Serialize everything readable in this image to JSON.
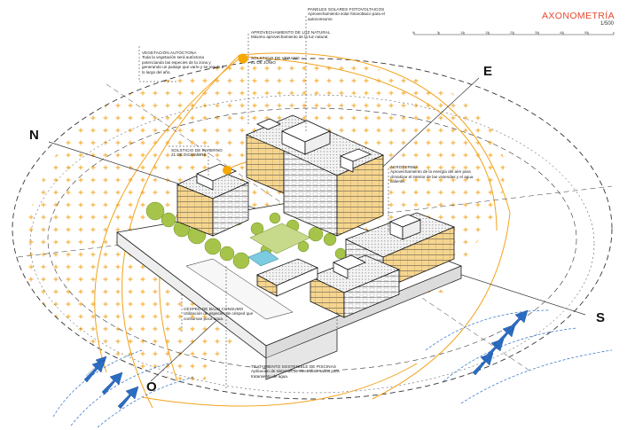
{
  "title": "AXONOMETRÍA",
  "scale": "1/500",
  "scale_ticks": [
    "0",
    "5",
    "10",
    "15",
    "20",
    "30",
    "40",
    "50"
  ],
  "cardinals": {
    "north": "N",
    "east": "E",
    "south": "S",
    "west": "O"
  },
  "colors": {
    "solar_path": "#f2a31b",
    "sun": "#f6a800",
    "wind": "#2b6dc4",
    "vegetation": "#a6c44a",
    "facade": "#f5d58f",
    "title": "#e8472d"
  },
  "annotations": [
    {
      "id": "paneles",
      "title": "PANELES SOLARES FOTOVOLTAICOS",
      "desc": "Aprovechamiento solar fotovoltaico para el autoconsumo"
    },
    {
      "id": "luz",
      "title": "APROVECHAMIENTO DE LUZ NATURAL",
      "desc": "Máximo aprovechamiento de la luz natural."
    },
    {
      "id": "verano",
      "title": "SOLSTICIO DE VERANO",
      "desc": "21 DE JUNIO"
    },
    {
      "id": "vegetacion",
      "title": "VEGETACIÓN AUTÓCTONA",
      "desc": "Toda la vegetación será autóctona potenciando las especies de la zona y generando un paisaje que varíe y se regule a lo largo del año."
    },
    {
      "id": "invierno",
      "title": "SOLSTICIO DE INVIERNO",
      "desc": "21 DE DICIEMBRE"
    },
    {
      "id": "aerotermia",
      "title": "AEROTERMIA",
      "desc": "Aprovechamiento de la energía del aire para climatizar el interior de las viviendas y el agua caliente."
    },
    {
      "id": "cesped",
      "title": "CÉSPED DE BAJO CONSUMO",
      "desc": "Utilización de especies de césped que consuman poca agua."
    },
    {
      "id": "piscinas",
      "title": "TRATAMIENTO SOSTENIBLE DE PISCINAS",
      "desc": "Aplicación de sistemas de electrólisis salina para tratamiento de agua."
    }
  ]
}
